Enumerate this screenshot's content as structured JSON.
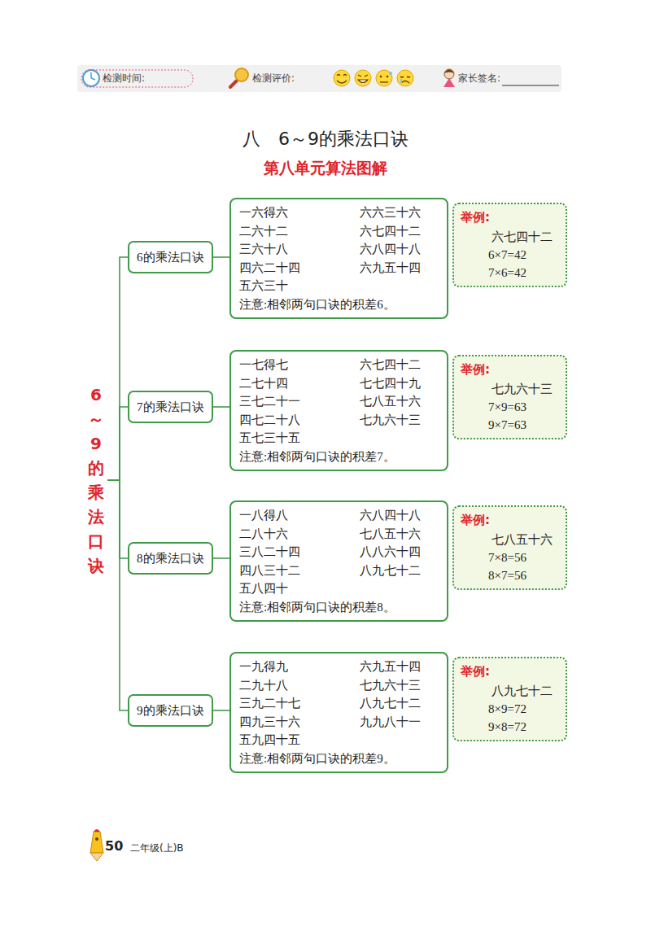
{
  "diagram": {
    "title": "八　6～9的乘法口诀",
    "nodes": [
      {
        "text": [
          "6～9的乘法口诀"
        ]
      },
      {
        "text": [
          "6的乘法口诀"
        ]
      },
      {
        "text": [
          "一六得六",
          "二六十二",
          "三六十八",
          "四六二十四",
          "五六三十",
          "六六三十六",
          "六七四十二",
          "六八四十八",
          "六九五十四",
          "注意:相邻两句口诀的积差6。"
        ]
      },
      {
        "text": [
          "举例:",
          "六七四十二",
          "6×7=42",
          "7×6=42"
        ]
      },
      {
        "text": [
          "7的乘法口诀"
        ]
      },
      {
        "text": [
          "一七得七",
          "二七十四",
          "三七二十一",
          "四七二十八",
          "五七三十五",
          "六七四十二",
          "七七四十九",
          "七八五十六",
          "七九六十三",
          "注意:相邻两句口诀的积差7。"
        ]
      },
      {
        "text": [
          "举例:",
          "七九六十三",
          "7×9=63",
          "9×7=63"
        ]
      },
      {
        "text": [
          "8的乘法口诀"
        ]
      },
      {
        "text": [
          "一八得八",
          "二八十六",
          "三八二十四",
          "四八三十二",
          "五八四十",
          "六八四十八",
          "七八五十六",
          "八八六十四",
          "八九七十二",
          "注意:相邻两句口诀的积差8。"
        ]
      },
      {
        "text": [
          "举例:",
          "七八五十六",
          "7×8=56",
          "8×7=56"
        ]
      },
      {
        "text": [
          "9的乘法口诀"
        ]
      },
      {
        "text": [
          "一九得九",
          "二九十八",
          "三九二十七",
          "四九三十六",
          "五九四十五",
          "六九五十四",
          "七九六十三",
          "八九七十二",
          "九九八十一",
          "注意:相邻两句口诀的积差9。"
        ]
      },
      {
        "text": [
          "举例:",
          "八九七十二",
          "8×9=72",
          "9×8=72"
        ]
      }
    ],
    "edges": [
      {
        "from": 0,
        "to": 1,
        "arrow": "none"
      },
      {
        "from": 1,
        "to": 2,
        "arrow": "none"
      },
      {
        "from": 0,
        "to": 4,
        "arrow": "none"
      },
      {
        "from": 4,
        "to": 5,
        "arrow": "none"
      },
      {
        "from": 0,
        "to": 7,
        "arrow": "none"
      },
      {
        "from": 7,
        "to": 8,
        "arrow": "none"
      },
      {
        "from": 0,
        "to": 10,
        "arrow": "none"
      },
      {
        "from": 10,
        "to": 11,
        "arrow": "none"
      }
    ],
    "labels": [
      "第八单元算法图解",
      "检测时间:",
      "检测评价:",
      "家长签名:",
      "50",
      "二年级(上)B"
    ]
  }
}
